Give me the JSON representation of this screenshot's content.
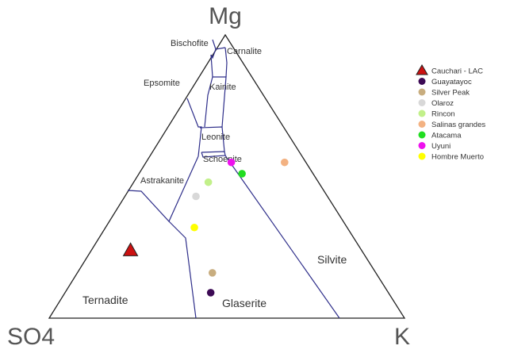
{
  "chart_data": {
    "type": "scatter",
    "diagram": "ternary",
    "vertices": {
      "top": "Mg",
      "left": "SO4",
      "right": "K"
    },
    "fields": [
      {
        "id": "bischofite",
        "label": "Bischofite"
      },
      {
        "id": "carnalite",
        "label": "Carnalite"
      },
      {
        "id": "epsomite",
        "label": "Epsomite"
      },
      {
        "id": "kainite",
        "label": "Kainite"
      },
      {
        "id": "leonite",
        "label": "Leonite"
      },
      {
        "id": "schoenite",
        "label": "Schoenite"
      },
      {
        "id": "astrakanite",
        "label": "Astrakanite"
      },
      {
        "id": "silvite",
        "label": "Silvite"
      },
      {
        "id": "ternadite",
        "label": "Ternadite"
      },
      {
        "id": "glaserite",
        "label": "Glaserite"
      }
    ],
    "series": [
      {
        "name": "Cauchari - LAC",
        "marker": "triangle",
        "color": "#cc1111",
        "points": [
          {
            "Mg": 0.24,
            "SO4": 0.65,
            "K": 0.11
          }
        ]
      },
      {
        "name": "Guayatayoc",
        "marker": "circle",
        "color": "#3d0a55",
        "points": [
          {
            "Mg": 0.09,
            "SO4": 0.5,
            "K": 0.41
          }
        ]
      },
      {
        "name": "Silver Peak",
        "marker": "circle",
        "color": "#c8ad7f",
        "points": [
          {
            "Mg": 0.16,
            "SO4": 0.46,
            "K": 0.38
          }
        ]
      },
      {
        "name": "Olaroz",
        "marker": "circle",
        "color": "#d8d8d8",
        "points": [
          {
            "Mg": 0.43,
            "SO4": 0.37,
            "K": 0.2
          }
        ]
      },
      {
        "name": "Rincon",
        "marker": "circle",
        "color": "#c2f08a",
        "points": [
          {
            "Mg": 0.48,
            "SO4": 0.31,
            "K": 0.21
          }
        ]
      },
      {
        "name": "Salinas grandes",
        "marker": "circle",
        "color": "#f3b282",
        "points": [
          {
            "Mg": 0.55,
            "SO4": 0.06,
            "K": 0.39
          }
        ]
      },
      {
        "name": "Atacama",
        "marker": "circle",
        "color": "#22dd22",
        "points": [
          {
            "Mg": 0.51,
            "SO4": 0.2,
            "K": 0.29
          }
        ]
      },
      {
        "name": "Uyuni",
        "marker": "circle",
        "color": "#ee11ee",
        "points": [
          {
            "Mg": 0.55,
            "SO4": 0.21,
            "K": 0.24
          }
        ]
      },
      {
        "name": "Hombre Muerto",
        "marker": "circle",
        "color": "#ffff00",
        "points": [
          {
            "Mg": 0.32,
            "SO4": 0.43,
            "K": 0.25
          }
        ]
      }
    ],
    "legend": "top-right",
    "line_color": "#2e2e8a",
    "grid": false
  }
}
